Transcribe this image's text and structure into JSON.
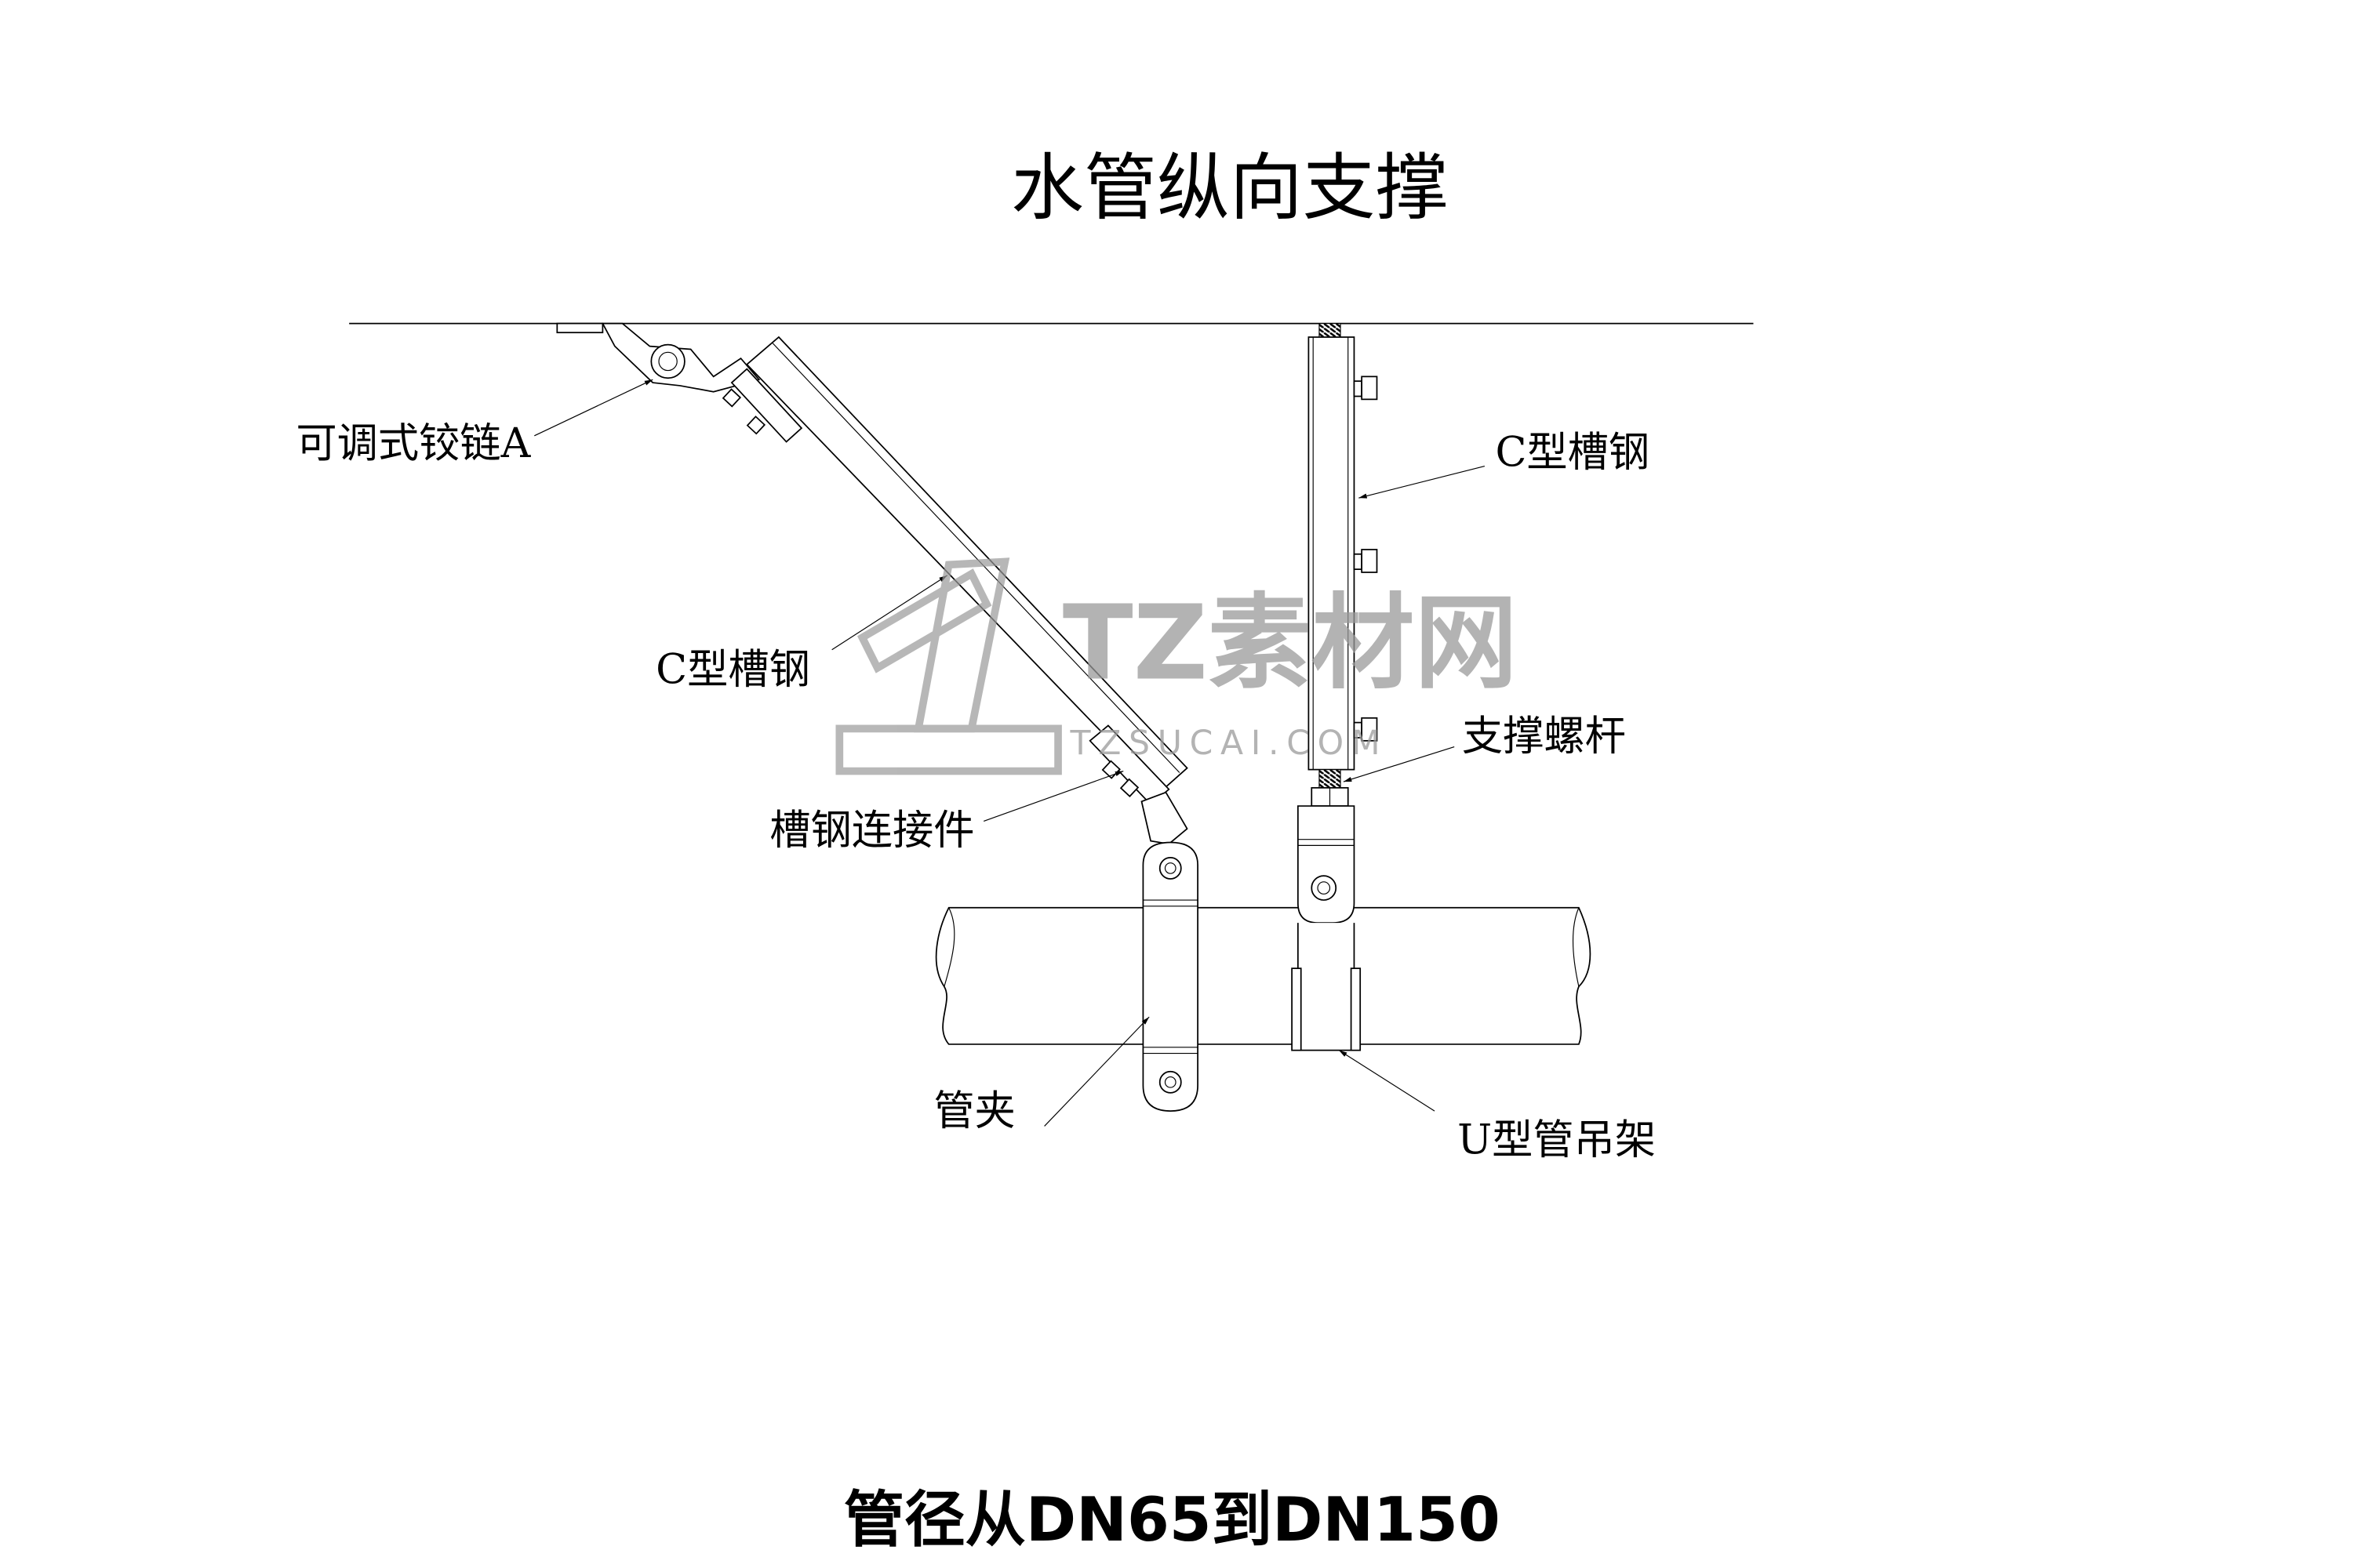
{
  "title": "水管纵向支撑",
  "subtitle": "管径从DN65到DN150",
  "labels": {
    "hinge": "可调式铰链A",
    "channel_diagonal": "C型槽钢",
    "channel_connector": "槽钢连接件",
    "channel_vertical": "C型槽钢",
    "support_rod": "支撑螺杆",
    "pipe_clamp": "管夹",
    "u_hanger": "U型管吊架"
  },
  "watermark": {
    "main": "TZ素材网",
    "url": "TZSUCAI.COM"
  }
}
